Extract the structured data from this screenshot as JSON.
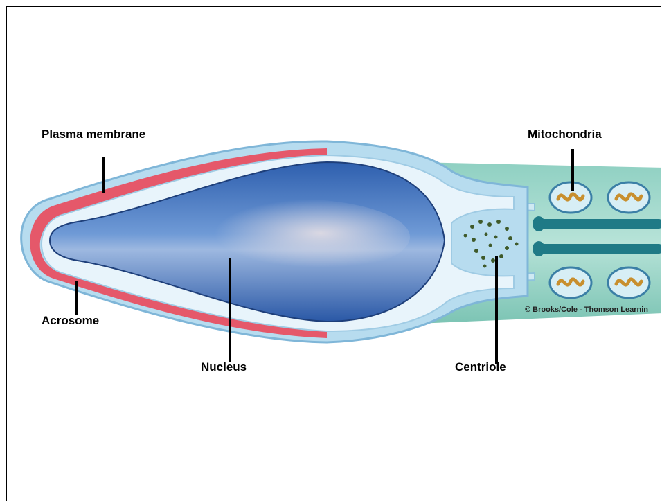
{
  "labels": {
    "plasma_membrane": "Plasma membrane",
    "acrosome": "Acrosome",
    "nucleus": "Nucleus",
    "centriole": "Centriole",
    "mitochondria": "Mitochondria"
  },
  "credit": "© Brooks/Cole - Thomson Learnin"
}
